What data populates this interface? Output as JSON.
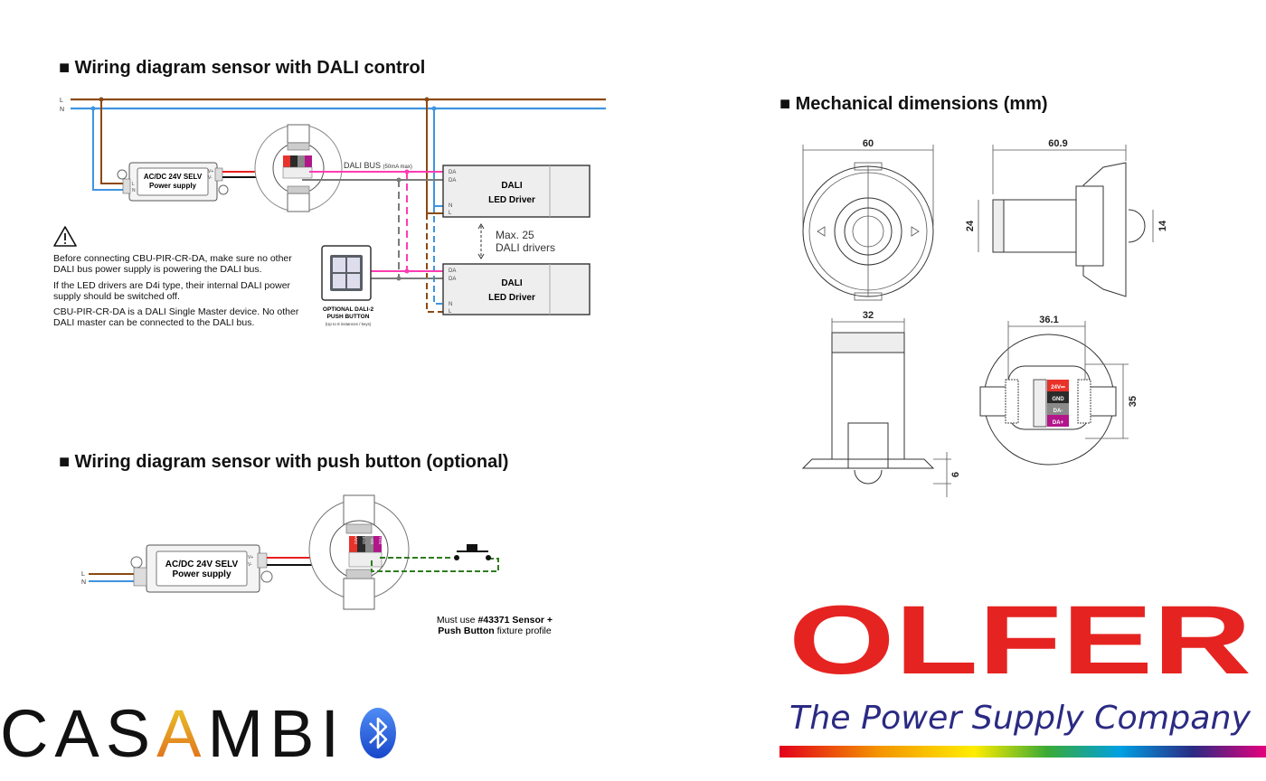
{
  "sections": {
    "dali_title": "■ Wiring diagram sensor with DALI control",
    "push_title": "■ Wiring diagram sensor with push button (optional)",
    "mech_title": "■ Mechanical dimensions (mm)"
  },
  "dali_diagram": {
    "line_label_l": "L",
    "line_label_n": "N",
    "psu_line1": "AC/DC 24V SELV",
    "psu_line2": "Power supply",
    "psu_in_l": "L",
    "psu_in_n": "N",
    "psu_out_plus": "V+",
    "psu_out_minus": "V-",
    "dali_bus": "DALI BUS",
    "dali_bus_note": "(50mA max)",
    "drivers": [
      {
        "term1": "DA",
        "term2": "DA",
        "term3": "N",
        "term4": "L",
        "line1": "DALI",
        "line2": "LED Driver"
      },
      {
        "term1": "DA",
        "term2": "DA",
        "term3": "N",
        "term4": "L",
        "line1": "DALI",
        "line2": "LED Driver"
      }
    ],
    "max_drivers_line1": "Max. 25",
    "max_drivers_line2": "DALI drivers",
    "push_button_caption1": "OPTIONAL DALI-2",
    "push_button_caption2": "PUSH BUTTON",
    "push_button_caption3": "(Up to 8 instances / keys)",
    "warnings": [
      "Before connecting CBU-PIR-CR-DA, make sure no other",
      "DALI bus power supply is powering the DALI bus.",
      "If the LED drivers are D4i type, their internal DALI power",
      "supply should be switched off.",
      "CBU-PIR-CR-DA is a DALI Single Master device. No other",
      "DALI master can be connected to the DALI bus."
    ]
  },
  "terminals": [
    "24V⎓",
    "GND",
    "DA-",
    "DA+"
  ],
  "terminal_colors": [
    "#e8322a",
    "#2b2b2b",
    "#8a8a8a",
    "#b3158a"
  ],
  "push_diagram": {
    "line_label_l": "L",
    "line_label_n": "N",
    "psu_line1": "AC/DC 24V SELV",
    "psu_line2": "Power supply",
    "psu_out_plus": "V+",
    "psu_out_minus": "V-",
    "note_line1_pre": "Must use ",
    "note_line1_bold": "#43371 Sensor +",
    "note_line2_bold": "Push Button",
    "note_line2_post": " fixture profile"
  },
  "dimensions": {
    "front_width": "60",
    "side_length": "60.9",
    "side_height": "24",
    "lens_height": "14",
    "body_width": "32",
    "clip_width": "36.1",
    "back_height": "35",
    "flange": "6"
  },
  "logos": {
    "olfer": "OLFER",
    "olfer_tagline": "The Power Supply Company",
    "casambi": "CASAMBI"
  },
  "colors": {
    "live": "#8b4a12",
    "neutral": "#3f94e0",
    "dali_plus": "#ff3cb4",
    "dali_minus": "#7a7a7a",
    "v_plus": "#e81f1f",
    "push_wire": "#2e7d1e",
    "olfer_red": "#e52421",
    "olfer_navy": "#2b2a83"
  }
}
